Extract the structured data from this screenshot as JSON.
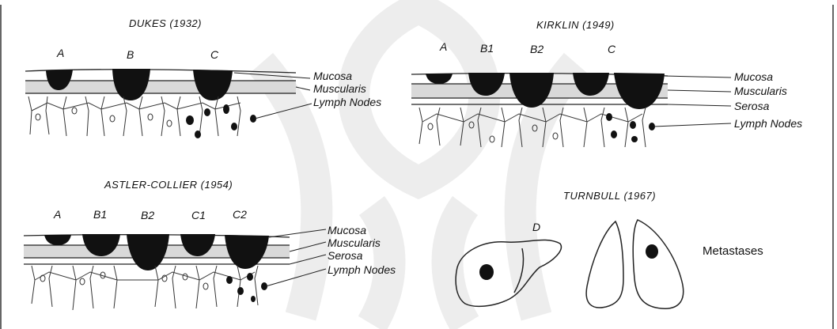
{
  "colors": {
    "background": "#ffffff",
    "ink": "#111111",
    "watermark": "#ededed"
  },
  "panels": {
    "dukes": {
      "title": "DUKES (1932)",
      "stages": [
        "A",
        "B",
        "C"
      ],
      "layers": [
        "Mucosa",
        "Muscularis",
        "Lymph Nodes"
      ]
    },
    "kirklin": {
      "title": "KIRKLIN (1949)",
      "stages": [
        "A",
        "B1",
        "B2",
        "C"
      ],
      "layers": [
        "Mucosa",
        "Muscularis",
        "Serosa",
        "Lymph Nodes"
      ]
    },
    "astler": {
      "title": "ASTLER-COLLIER (1954)",
      "stages": [
        "A",
        "B1",
        "B2",
        "C1",
        "C2"
      ],
      "layers": [
        "Mucosa",
        "Muscularis",
        "Serosa",
        "Lymph Nodes"
      ]
    },
    "turnbull": {
      "title": "TURNBULL (1967)",
      "stage": "D",
      "label": "Metastases"
    }
  }
}
